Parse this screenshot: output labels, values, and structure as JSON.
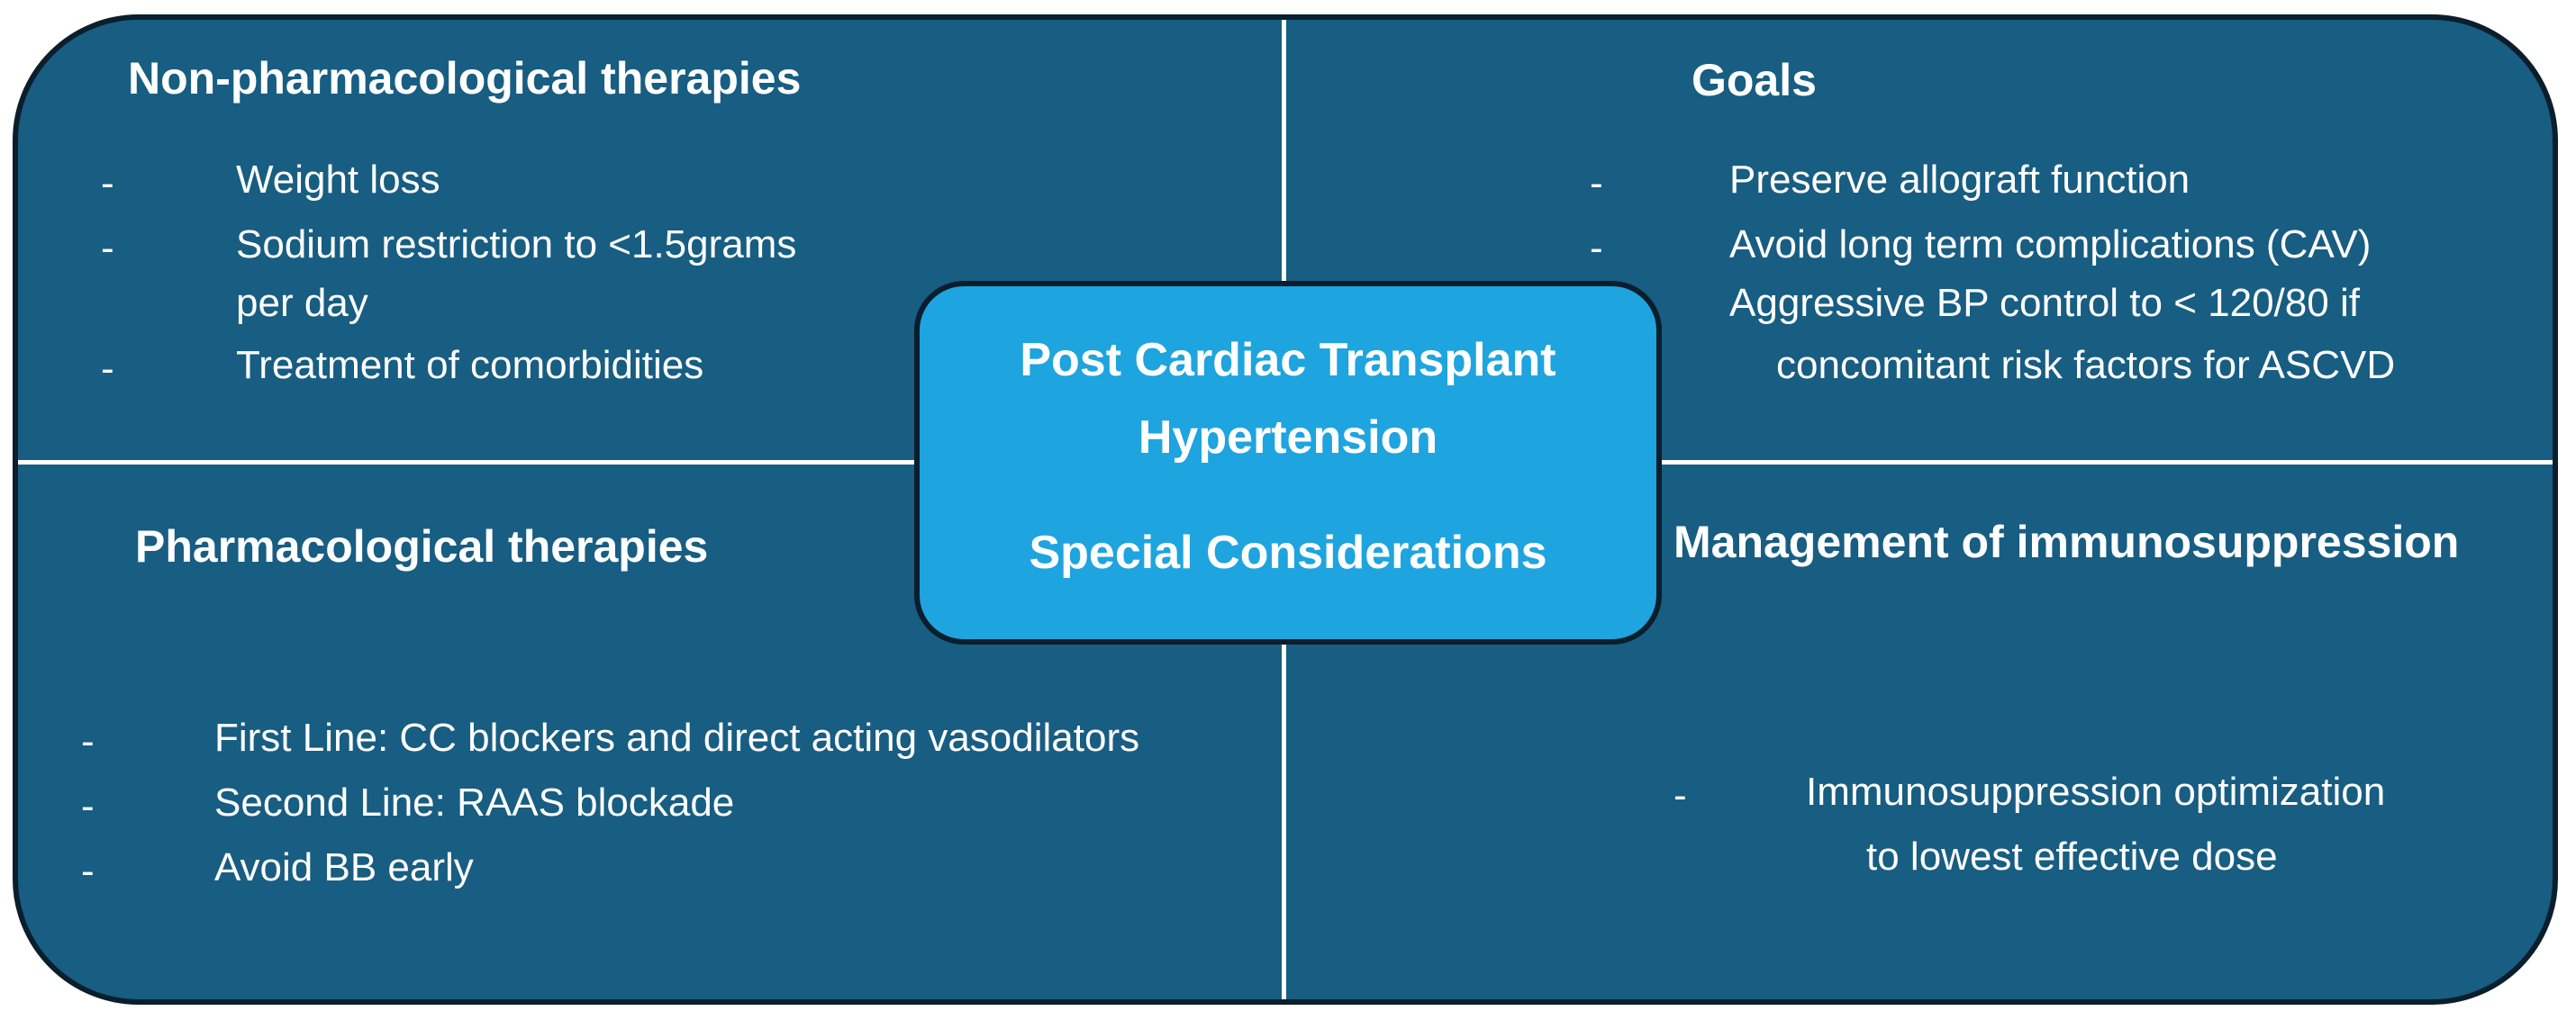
{
  "quadrants": {
    "top_left": {
      "heading": "Non-pharmacological therapies",
      "bullet": "-",
      "items": [
        "Weight loss",
        "Sodium restriction to <1.5grams",
        "per day",
        "Treatment of comorbidities"
      ]
    },
    "top_right": {
      "heading": "Goals",
      "bullet": "-",
      "items": [
        "Preserve allograft function",
        "Avoid long term complications (CAV)",
        "Aggressive BP control to < 120/80 if",
        "concomitant risk factors for ASCVD"
      ]
    },
    "bottom_left": {
      "heading": "Pharmacological therapies",
      "bullet": "-",
      "items": [
        "First Line: CC blockers and direct acting vasodilators",
        "Second Line: RAAS blockade",
        "Avoid BB early"
      ]
    },
    "bottom_right": {
      "heading": "Management of immunosuppression",
      "bullet": "-",
      "items": [
        "Immunosuppression optimization",
        "to lowest effective dose"
      ]
    }
  },
  "center": {
    "title_line1": "Post Cardiac Transplant",
    "title_line2": "Hypertension",
    "subtitle": "Special Considerations"
  },
  "colors": {
    "panel": "#185d82",
    "center_box": "#1ea4df",
    "border": "#0a1e2c",
    "text": "#ffffff"
  }
}
